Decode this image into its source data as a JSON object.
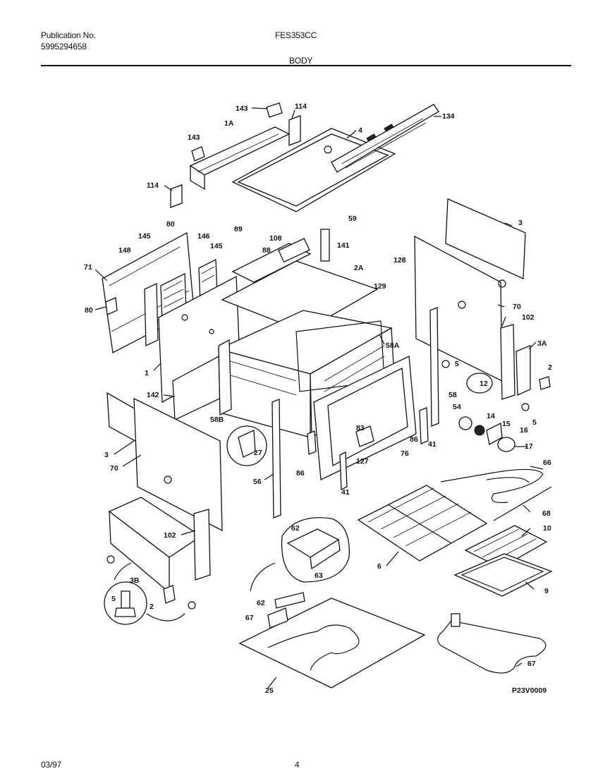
{
  "header": {
    "publication_label": "Publication No.",
    "publication_number": "5995294658",
    "model": "FES353CC",
    "section": "BODY"
  },
  "footer": {
    "date": "03/97",
    "page": "4"
  },
  "diagram_code": "P23V0009",
  "callouts": {
    "c143a": "143",
    "c114a": "114",
    "c1A": "1A",
    "c143b": "143",
    "c4": "4",
    "c134": "134",
    "c114b": "114",
    "c80a": "80",
    "c145a": "145",
    "c146": "146",
    "c145b": "145",
    "c148": "148",
    "c71": "71",
    "c89a": "89",
    "c108": "108",
    "c59": "59",
    "c141": "141",
    "c128": "128",
    "c88": "88",
    "c2A": "2A",
    "c129": "129",
    "c3a": "3",
    "c70a": "70",
    "c102a": "102",
    "c80b": "80",
    "c3A": "3A",
    "c1": "1",
    "c58A": "58A",
    "c5a": "5",
    "c2a": "2",
    "c58a": "58",
    "c12": "12",
    "c142": "142",
    "c58B": "58B",
    "c54": "54",
    "c14": "14",
    "c15": "15",
    "c16": "16",
    "c5b": "5",
    "c3b": "3",
    "c83": "83",
    "c86": "86",
    "c41a": "41",
    "c17": "17",
    "c27": "27",
    "c70b": "70",
    "c127": "127",
    "c76": "76",
    "c56": "56",
    "c86b": "86",
    "c41b": "41",
    "c66": "66",
    "c68": "68",
    "c62a": "62",
    "c102b": "102",
    "c10": "10",
    "c63": "63",
    "c6": "6",
    "c3B": "3B",
    "c9": "9",
    "c5c": "5",
    "c2b": "2",
    "c62b": "62",
    "c67a": "67",
    "c67b": "67",
    "c25": "25"
  }
}
